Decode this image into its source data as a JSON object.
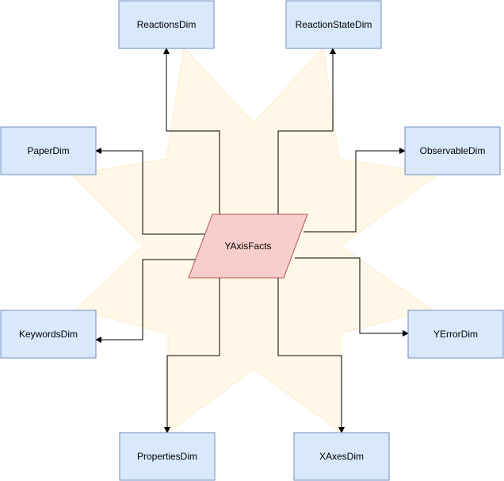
{
  "diagram": {
    "center": {
      "label": "YAxisFacts",
      "fill": "#f8cecc",
      "stroke": "#b85450"
    },
    "dimension_style": {
      "fill": "#dae8fc",
      "stroke": "#6c8ebf"
    },
    "background_star": {
      "fill": "#fff8e8"
    },
    "nodes": {
      "reactions": "ReactionsDim",
      "reaction_state": "ReactionStateDim",
      "paper": "PaperDim",
      "observable": "ObservableDim",
      "keywords": "KeywordsDim",
      "y_error": "YErrorDim",
      "properties": "PropertiesDim",
      "x_axes": "XAxesDim"
    },
    "edges": [
      {
        "from": "center",
        "to": "reactions"
      },
      {
        "from": "center",
        "to": "reaction_state"
      },
      {
        "from": "center",
        "to": "paper"
      },
      {
        "from": "center",
        "to": "observable"
      },
      {
        "from": "center",
        "to": "keywords"
      },
      {
        "from": "center",
        "to": "y_error"
      },
      {
        "from": "center",
        "to": "properties"
      },
      {
        "from": "center",
        "to": "x_axes"
      }
    ]
  }
}
